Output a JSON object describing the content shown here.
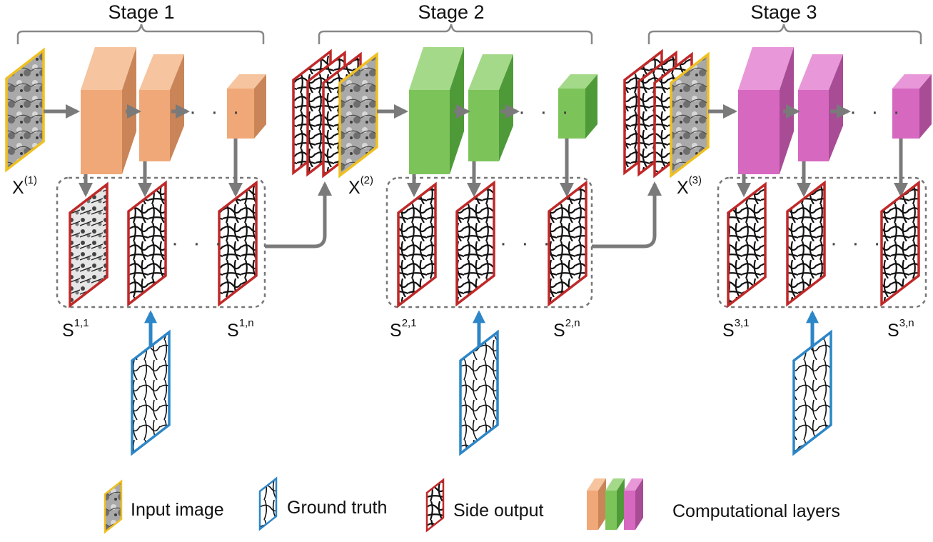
{
  "stages": [
    {
      "title": "Stage 1",
      "x_base": "X",
      "x_sup": "(1)",
      "s_first_base": "S",
      "s_first_sup": "1,1",
      "s_last_base": "S",
      "s_last_sup": "1,n",
      "color": "#f0a878"
    },
    {
      "title": "Stage 2",
      "x_base": "X",
      "x_sup": "(2)",
      "s_first_base": "S",
      "s_first_sup": "2,1",
      "s_last_base": "S",
      "s_last_sup": "2,n",
      "color": "#7cc35a"
    },
    {
      "title": "Stage 3",
      "x_base": "X",
      "x_sup": "(3)",
      "s_first_base": "S",
      "s_first_sup": "3,1",
      "s_last_base": "S",
      "s_last_sup": "3,n",
      "color": "#d668c0"
    }
  ],
  "dots": "· · ·",
  "legend": {
    "input_image": "Input image",
    "ground_truth": "Ground truth",
    "side_output": "Side output",
    "computational_layers": "Computational layers"
  },
  "colors": {
    "input_border": "#f0c020",
    "ground_truth_border": "#2c86c8",
    "side_output_border": "#c02828",
    "arrow": "#7a7a7a",
    "supervision_arrow": "#2c86c8"
  }
}
